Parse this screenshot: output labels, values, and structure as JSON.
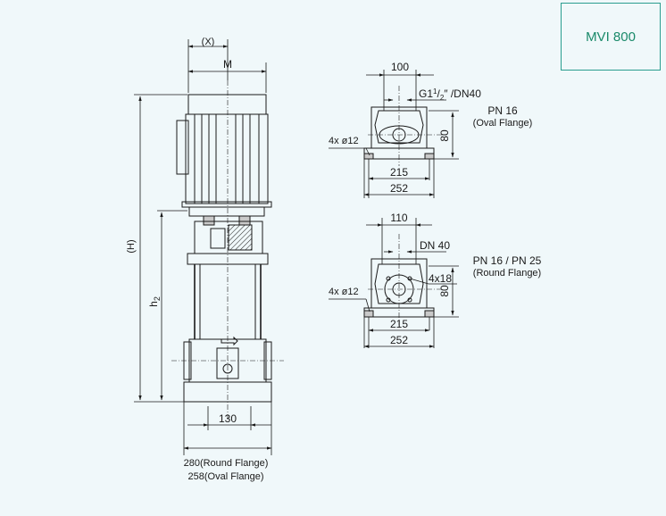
{
  "title": "MVI 800",
  "colors": {
    "title": "#1a8a6a",
    "border": "#2a9d8f",
    "background": "#f0f8fa"
  },
  "labels": {
    "x_dim": "(X)",
    "m_dim": "M",
    "h_dim": "(H)",
    "h2_dim": "h",
    "h2_sub": "2",
    "dim_130": "130",
    "base_round": "280(Round Flange)",
    "base_oval": "258(Oval Flange)"
  },
  "oval_view": {
    "dim_100": "100",
    "connection_pre": "G1",
    "connection_sup": "1",
    "connection_sub": "2",
    "connection_post": "″ /DN40",
    "pn": "PN 16",
    "flange": "(Oval Flange)",
    "holes": "4x ø12",
    "dim_80": "80",
    "dim_215": "215",
    "dim_252": "252"
  },
  "round_view": {
    "dim_110": "110",
    "dn": "DN 40",
    "pn": "PN 16 / PN 25",
    "flange": "(Round Flange)",
    "bolts": "4x18",
    "holes": "4x ø12",
    "dim_80": "80",
    "dim_215": "215",
    "dim_252": "252"
  }
}
